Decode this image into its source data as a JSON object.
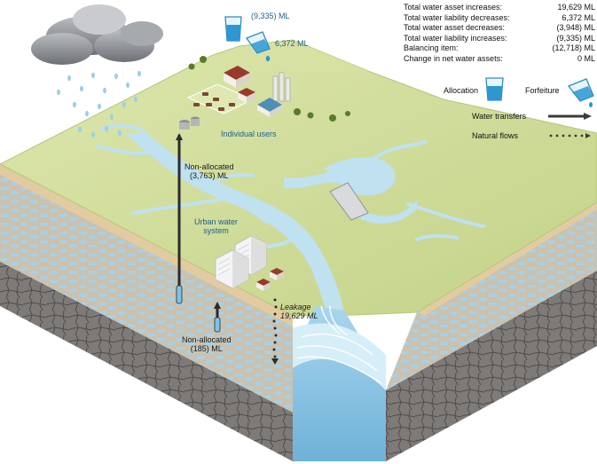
{
  "summary": {
    "rows": [
      {
        "label": "Total water asset increases:",
        "value": "19,629 ML"
      },
      {
        "label": "Total water liability decreases:",
        "value": "6,372 ML"
      },
      {
        "label": "Total water asset decreases:",
        "value": "(3,948) ML"
      },
      {
        "label": "Total water liability increases:",
        "value": "(9,335) ML"
      },
      {
        "label": "Balancing item:",
        "value": "(12,718) ML"
      },
      {
        "label": "Change in net water assets:",
        "value": "0 ML"
      }
    ]
  },
  "legend": {
    "allocation": "Allocation",
    "forfeiture": "Forfeiture",
    "water_transfers": "Water transfers",
    "natural_flows": "Natural flows"
  },
  "labels": {
    "allocation_value": "(9,335) ML",
    "forfeiture_value": "6,372 ML",
    "individual_users": "Individual users",
    "non_allocated_1_title": "Non-allocated",
    "non_allocated_1_value": "(3,763) ML",
    "urban_water_system_1": "Urban water",
    "urban_water_system_2": "system",
    "leakage_title": "Leakage",
    "leakage_value": "19,629 ML",
    "non_allocated_2_title": "Non-allocated",
    "non_allocated_2_value": "(185) ML"
  },
  "colors": {
    "label_blue": "#1f5f8b",
    "water": "#a8d4ea",
    "grass": "#c9d88e",
    "sky_cloud": "#8a8d91"
  }
}
